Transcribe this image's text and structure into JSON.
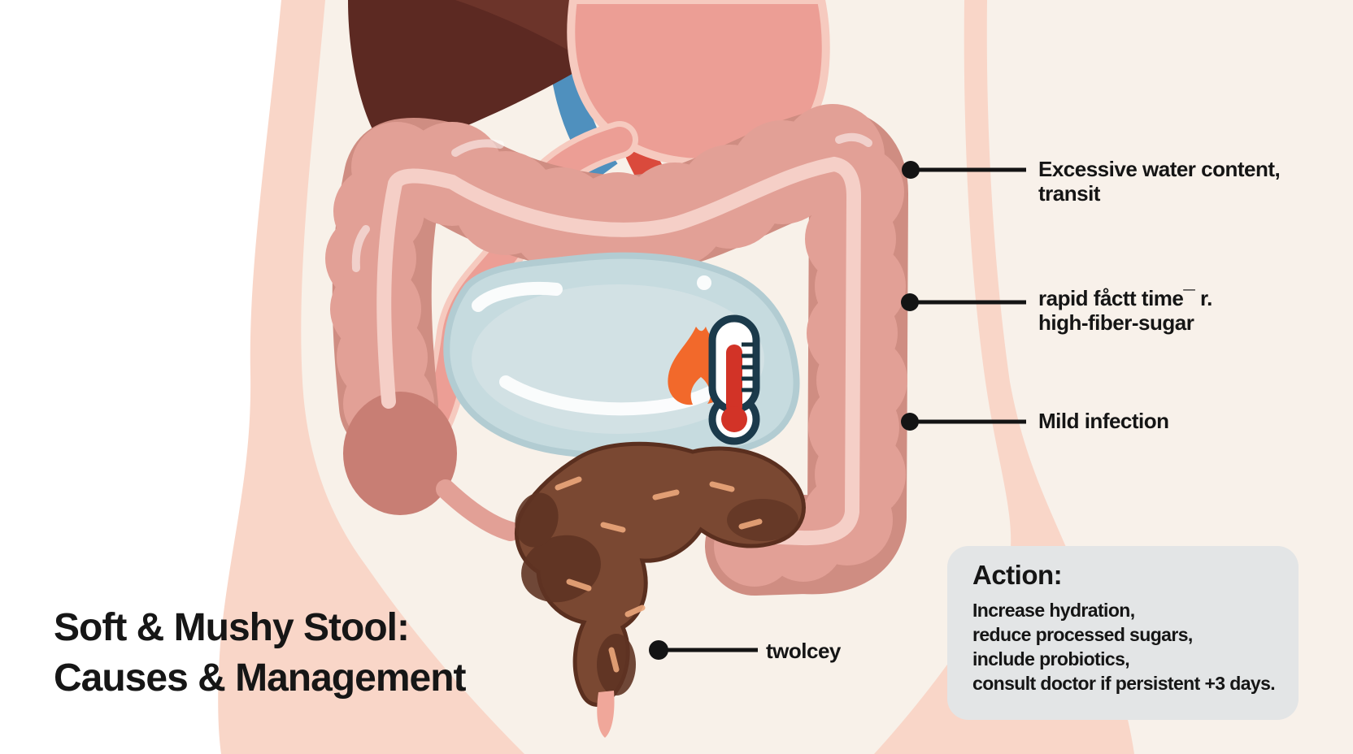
{
  "title": {
    "lines": [
      "Soft & Mushy Stool:",
      "Causes & Management"
    ]
  },
  "callouts": [
    {
      "name": "excessive-water",
      "lines": [
        "Excessive water content,",
        "transit"
      ]
    },
    {
      "name": "rapid-transit",
      "lines": [
        "rapid fåctt time¯ r.",
        "high-fiber-sugar"
      ]
    },
    {
      "name": "mild-infection",
      "lines": [
        "Mild infection"
      ]
    },
    {
      "name": "stool",
      "lines": [
        "twolcey"
      ]
    }
  ],
  "action_box": {
    "heading": "Action:",
    "lines": [
      "Increase hydration,",
      "reduce processed sugars,",
      "include probiotics,",
      "consult doctor if persistent +3 days."
    ]
  },
  "icons": [
    {
      "name": "flame-icon",
      "color": "#f2692b"
    },
    {
      "name": "droplet-icon",
      "color": "#f2692b"
    },
    {
      "name": "thermometer-icon",
      "outline": "#1b3a4b",
      "mercury": "#d23327"
    },
    {
      "name": "callout-dot",
      "color": "#141414"
    }
  ],
  "colors": {
    "background_left": "#ffffff",
    "background_right": "#f8f1ea",
    "body_skin": "#f9d6c8",
    "torso_interior": "#f8f1e9",
    "liver": "#5c2922",
    "liver_light": "#6e352b",
    "stomach": "#ec9e95",
    "stomach_rim": "#f6cabf",
    "vessel_blue": "#4f90be",
    "vessel_red": "#da4a3c",
    "colon": "#e2a096",
    "colon_outline": "#cf8d82",
    "colon_lumen": "#f5cfc7",
    "cecum": "#c87e74",
    "water": "#c6dbdf",
    "stool": "#7a4832",
    "stool_dark": "#5f3423",
    "stool_highlight": "#eda87c",
    "action_box_bg": "#e3e5e6",
    "text": "#151515",
    "callout_line": "#141414"
  }
}
